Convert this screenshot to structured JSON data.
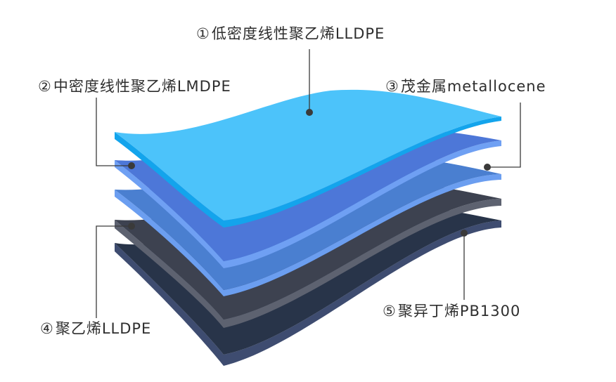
{
  "colors": {
    "layer1_face": "#4cc3fa",
    "layer1_edge": "#13a4ec",
    "layer2_face": "#4d77d8",
    "layer2_edge": "#6fa0f3",
    "layer3_face": "#4a7fd0",
    "layer3_edge": "#6b9ef0",
    "layer4_face": "#3d4250",
    "layer4_edge": "#5d6270",
    "layer5_face": "#283449",
    "layer5_edge": "#3e4c70",
    "leader": "#3a3a3a",
    "text": "#2e2e2e"
  },
  "labels": [
    {
      "id": "1",
      "num": "①",
      "text": "低密度线性聚乙烯LLDPE"
    },
    {
      "id": "2",
      "num": "②",
      "text": "中密度线性聚乙烯LMDPE"
    },
    {
      "id": "3",
      "num": "③",
      "text": "茂金属metallocene"
    },
    {
      "id": "4",
      "num": "④",
      "text": "聚乙烯LLDPE"
    },
    {
      "id": "5",
      "num": "⑤",
      "text": "聚异丁烯PB1300"
    }
  ]
}
